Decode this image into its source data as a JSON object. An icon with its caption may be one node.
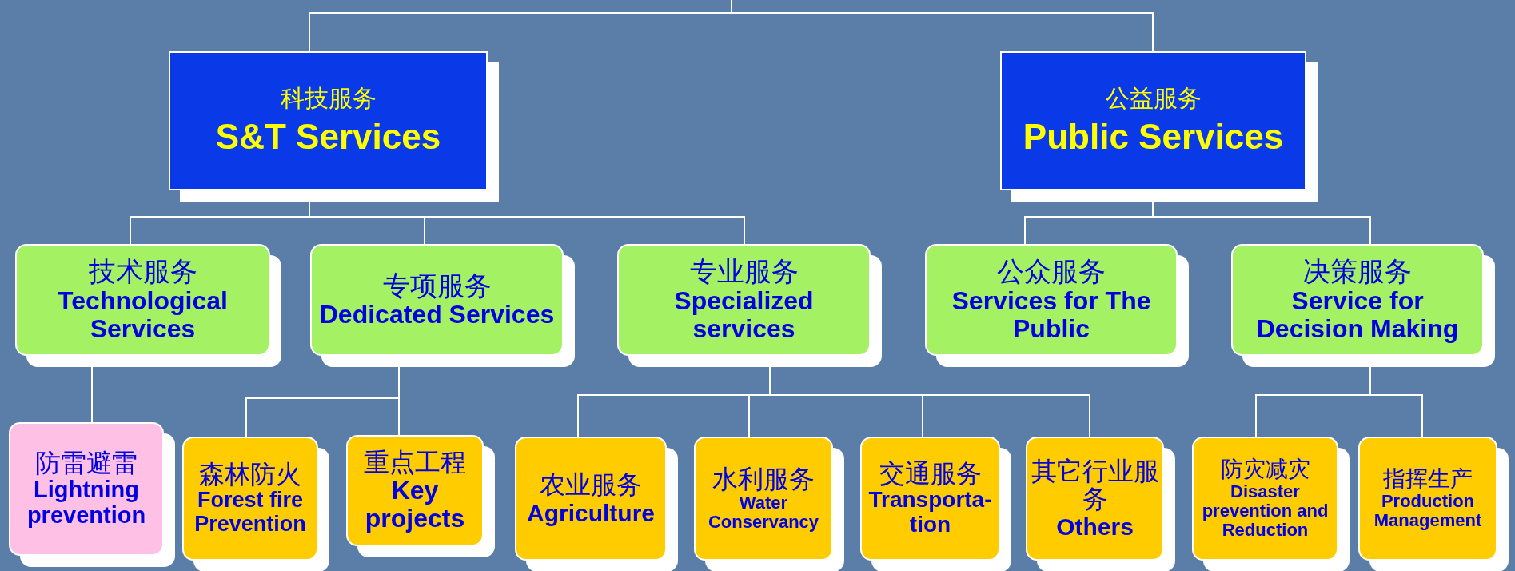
{
  "diagram": {
    "nodes": [
      {
        "text": [
          "科技服务",
          "S&T Services"
        ]
      },
      {
        "text": [
          "公益服务",
          "Public Services"
        ]
      },
      {
        "text": [
          "技术服务",
          "Technological Services"
        ]
      },
      {
        "text": [
          "专项服务",
          "Dedicated Services"
        ]
      },
      {
        "text": [
          "专业服务",
          "Specialized services"
        ]
      },
      {
        "text": [
          "公众服务",
          "Services for The Public"
        ]
      },
      {
        "text": [
          "决策服务",
          "Service for Decision Making"
        ]
      },
      {
        "text": [
          "防雷避雷",
          "Lightning prevention"
        ]
      },
      {
        "text": [
          "森林防火",
          "Forest fire Prevention"
        ]
      },
      {
        "text": [
          "重点工程",
          "Key projects"
        ]
      },
      {
        "text": [
          "农业服务",
          "Agriculture"
        ]
      },
      {
        "text": [
          "水利服务",
          "Water Conservancy"
        ]
      },
      {
        "text": [
          "交通服务",
          "Transporta-tion"
        ]
      },
      {
        "text": [
          "其它行业服务",
          "Others"
        ]
      },
      {
        "text": [
          "防灾减灾",
          "Disaster prevention and Reduction"
        ]
      },
      {
        "text": [
          "指挥生产",
          "Production Management"
        ]
      }
    ],
    "edges": [
      {
        "from": null,
        "to": 0,
        "arrow": "none"
      },
      {
        "from": null,
        "to": 1,
        "arrow": "none"
      },
      {
        "from": 0,
        "to": 2,
        "arrow": "none"
      },
      {
        "from": 0,
        "to": 3,
        "arrow": "none"
      },
      {
        "from": 0,
        "to": 4,
        "arrow": "none"
      },
      {
        "from": 1,
        "to": 5,
        "arrow": "none"
      },
      {
        "from": 1,
        "to": 6,
        "arrow": "none"
      },
      {
        "from": 2,
        "to": 7,
        "arrow": "none"
      },
      {
        "from": 3,
        "to": 8,
        "arrow": "none"
      },
      {
        "from": 3,
        "to": 9,
        "arrow": "none"
      },
      {
        "from": 4,
        "to": 10,
        "arrow": "none"
      },
      {
        "from": 4,
        "to": 11,
        "arrow": "none"
      },
      {
        "from": 4,
        "to": 12,
        "arrow": "none"
      },
      {
        "from": 4,
        "to": 13,
        "arrow": "none"
      },
      {
        "from": 6,
        "to": 14,
        "arrow": "none"
      },
      {
        "from": 6,
        "to": 15,
        "arrow": "none"
      }
    ]
  }
}
